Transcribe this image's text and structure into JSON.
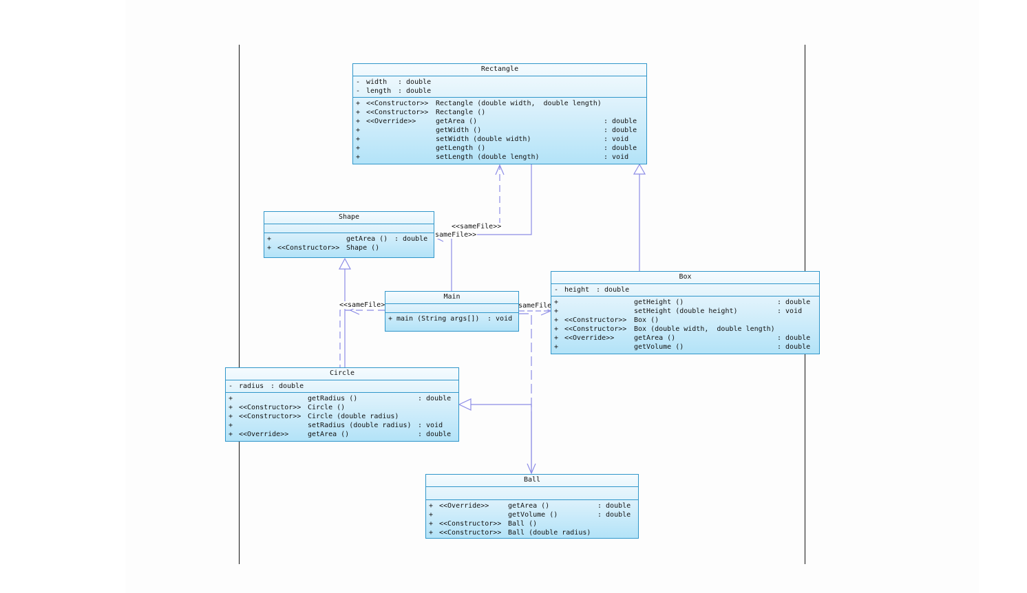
{
  "classes": {
    "rectangle": {
      "name": "Rectangle",
      "attributes": [
        {
          "vis": "-",
          "name": "width",
          "type": ": double"
        },
        {
          "vis": "-",
          "name": "length",
          "type": ": double"
        }
      ],
      "operations": [
        {
          "vis": "+",
          "stereo": "<<Constructor>>",
          "sig": "Rectangle (double width,  double length)",
          "ret": ""
        },
        {
          "vis": "+",
          "stereo": "<<Constructor>>",
          "sig": "Rectangle ()",
          "ret": ""
        },
        {
          "vis": "+",
          "stereo": "<<Override>>",
          "sig": "getArea ()",
          "ret": ": double"
        },
        {
          "vis": "+",
          "stereo": "",
          "sig": "getWidth ()",
          "ret": ": double"
        },
        {
          "vis": "+",
          "stereo": "",
          "sig": "setWidth (double width)",
          "ret": ": void"
        },
        {
          "vis": "+",
          "stereo": "",
          "sig": "getLength ()",
          "ret": ": double"
        },
        {
          "vis": "+",
          "stereo": "",
          "sig": "setLength (double length)",
          "ret": ": void"
        }
      ]
    },
    "shape": {
      "name": "Shape",
      "attributes": [],
      "operations": [
        {
          "vis": "+",
          "stereo": "",
          "sig": "getArea ()",
          "ret": ": double"
        },
        {
          "vis": "+",
          "stereo": "<<Constructor>>",
          "sig": "Shape ()",
          "ret": ""
        }
      ]
    },
    "main": {
      "name": "Main",
      "attributes": [],
      "operations": [
        {
          "vis": "+",
          "stereo": "",
          "sig": "main (String args[])",
          "ret": ": void"
        }
      ]
    },
    "box": {
      "name": "Box",
      "attributes": [
        {
          "vis": "-",
          "name": "height",
          "type": ": double"
        }
      ],
      "operations": [
        {
          "vis": "+",
          "stereo": "",
          "sig": "getHeight ()",
          "ret": ": double"
        },
        {
          "vis": "+",
          "stereo": "",
          "sig": "setHeight (double height)",
          "ret": ": void"
        },
        {
          "vis": "+",
          "stereo": "<<Constructor>>",
          "sig": "Box ()",
          "ret": ""
        },
        {
          "vis": "+",
          "stereo": "<<Constructor>>",
          "sig": "Box (double width,  double length)",
          "ret": ""
        },
        {
          "vis": "+",
          "stereo": "<<Override>>",
          "sig": "getArea ()",
          "ret": ": double"
        },
        {
          "vis": "+",
          "stereo": "",
          "sig": "getVolume ()",
          "ret": ": double"
        }
      ]
    },
    "circle": {
      "name": "Circle",
      "attributes": [
        {
          "vis": "-",
          "name": "radius",
          "type": ": double"
        }
      ],
      "operations": [
        {
          "vis": "+",
          "stereo": "",
          "sig": "getRadius ()",
          "ret": ": double"
        },
        {
          "vis": "+",
          "stereo": "<<Constructor>>",
          "sig": "Circle ()",
          "ret": ""
        },
        {
          "vis": "+",
          "stereo": "<<Constructor>>",
          "sig": "Circle (double radius)",
          "ret": ""
        },
        {
          "vis": "+",
          "stereo": "",
          "sig": "setRadius (double radius)",
          "ret": ": void"
        },
        {
          "vis": "+",
          "stereo": "<<Override>>",
          "sig": "getArea ()",
          "ret": ": double"
        }
      ]
    },
    "ball": {
      "name": "Ball",
      "attributes": [],
      "operations": [
        {
          "vis": "+",
          "stereo": "<<Override>>",
          "sig": "getArea ()",
          "ret": ": double"
        },
        {
          "vis": "+",
          "stereo": "",
          "sig": "getVolume ()",
          "ret": ": double"
        },
        {
          "vis": "+",
          "stereo": "<<Constructor>>",
          "sig": "Ball ()",
          "ret": ""
        },
        {
          "vis": "+",
          "stereo": "<<Constructor>>",
          "sig": "Ball (double radius)",
          "ret": ""
        }
      ]
    }
  },
  "relation_labels": {
    "main_to_rectangle": "<<sameFile>>",
    "main_to_shape": "sameFile>>",
    "main_to_circle": "<<sameFile>",
    "main_to_box": "sameFile>"
  },
  "colors": {
    "class_border": "#2e95c9",
    "class_fill_top": "#f5fbfe",
    "class_fill_bottom": "#b3e3f8",
    "connector": "#8c8ce6"
  }
}
